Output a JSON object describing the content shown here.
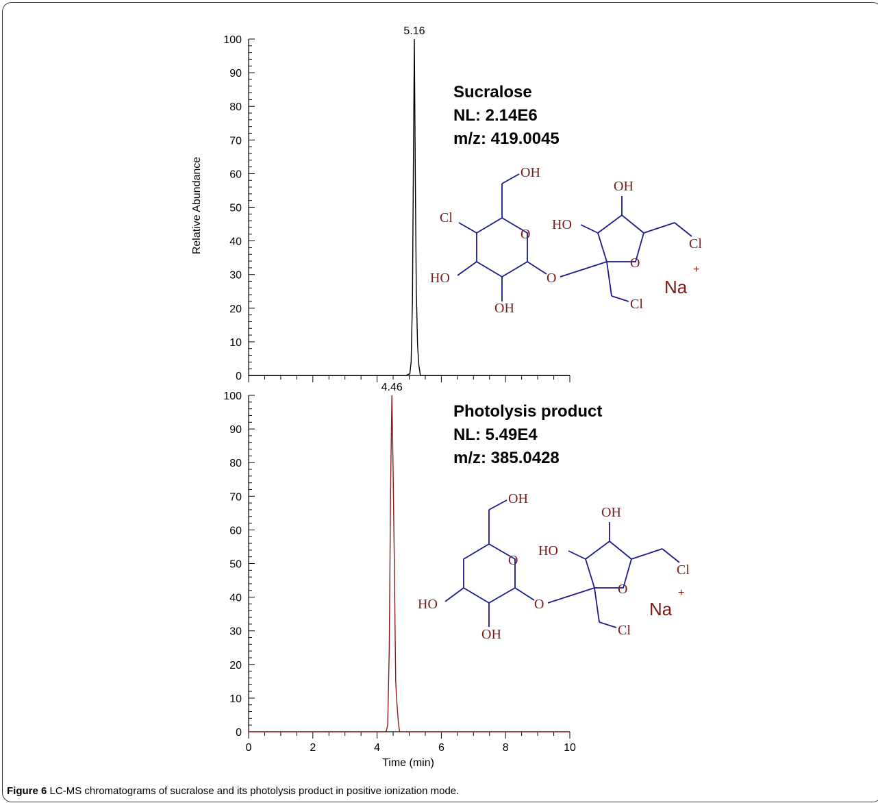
{
  "caption": {
    "figure_label": "Figure 6",
    "text": " LC-MS chromatograms of sucralose and its photolysis product in positive ionization mode."
  },
  "chart_data": [
    {
      "type": "line",
      "title_lines": [
        "Sucralose",
        "NL: 2.14E6",
        "m/z: 419.0045"
      ],
      "ylabel": "Relative Abundance",
      "xlabel": "",
      "xlim": [
        0,
        10
      ],
      "ylim": [
        0,
        100
      ],
      "yticks": [
        0,
        10,
        20,
        30,
        40,
        50,
        60,
        70,
        80,
        90,
        100
      ],
      "xticks": [],
      "color": "#000000",
      "peak_label": "5.16",
      "peak_label_x": 5.16,
      "series": [
        {
          "x": [
            0,
            4.9,
            5.02,
            5.06,
            5.1,
            5.13,
            5.16,
            5.19,
            5.22,
            5.26,
            5.3,
            5.35,
            10
          ],
          "y": [
            0,
            0,
            0.5,
            4,
            22,
            62,
            100,
            60,
            26,
            9,
            3,
            0,
            0
          ]
        }
      ],
      "annotations": {
        "atoms": [
          "OH",
          "Cl",
          "O",
          "HO",
          "OH",
          "O",
          "OH",
          "HO",
          "O",
          "Cl",
          "Cl"
        ],
        "ion": "Na",
        "charge": "+"
      }
    },
    {
      "type": "line",
      "title_lines": [
        "Photolysis product",
        "NL: 5.49E4",
        "m/z: 385.0428"
      ],
      "ylabel": "",
      "xlabel": "Time (min)",
      "xlim": [
        0,
        10
      ],
      "ylim": [
        0,
        100
      ],
      "yticks": [
        0,
        10,
        20,
        30,
        40,
        50,
        60,
        70,
        80,
        90,
        100
      ],
      "xticks": [
        0,
        2,
        4,
        6,
        8,
        10
      ],
      "color": "#8b1a1a",
      "peak_label": "4.46",
      "peak_label_x": 4.46,
      "series": [
        {
          "x": [
            0,
            4.28,
            4.33,
            4.38,
            4.42,
            4.46,
            4.5,
            4.54,
            4.56,
            4.58,
            4.59,
            4.62,
            4.66,
            4.7,
            10
          ],
          "y": [
            0,
            0,
            2,
            25,
            72,
            100,
            78,
            48,
            30,
            15,
            13,
            8,
            3,
            0,
            0
          ]
        }
      ],
      "annotations": {
        "atoms": [
          "OH",
          "O",
          "HO",
          "OH",
          "O",
          "OH",
          "HO",
          "O",
          "Cl",
          "Cl"
        ],
        "ion": "Na",
        "charge": "+"
      }
    }
  ]
}
